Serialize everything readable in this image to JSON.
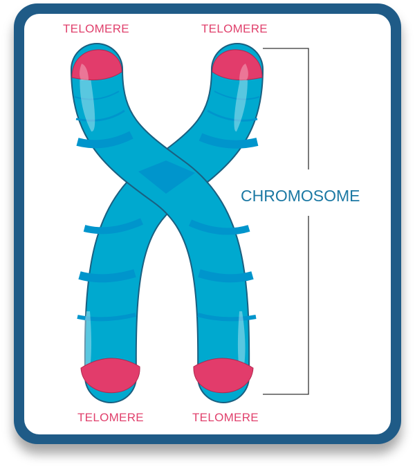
{
  "title": "Chromosome diagram",
  "labels": {
    "telomere_top_left": "TELOMERE",
    "telomere_top_right": "TELOMERE",
    "telomere_bottom_left": "TELOMERE",
    "telomere_bottom_right": "TELOMERE",
    "chromosome": "CHROMOSOME"
  },
  "colors": {
    "frame": "#1f5b87",
    "chromatid": "#00a9cf",
    "band": "#0095cc",
    "telomere": "#e23c6b",
    "label_telomere": "#e0406c",
    "label_chromosome": "#1b78a3"
  }
}
